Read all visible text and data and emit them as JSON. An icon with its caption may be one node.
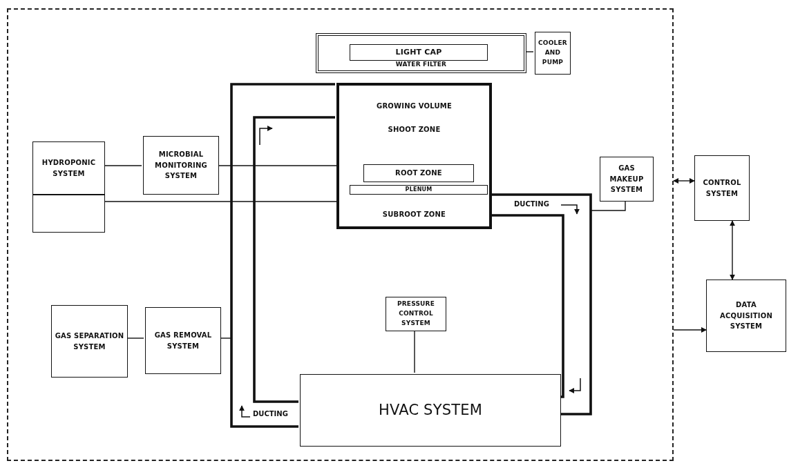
{
  "diagram": {
    "nodes": [
      {
        "text": [],
        "shape": "box"
      },
      {
        "text": [
          "WATER FILTER"
        ],
        "in": 0
      },
      {
        "text": [
          "LIGHT CAP"
        ],
        "in": 1
      },
      {
        "text": [
          "COOLER AND PUMP"
        ],
        "in": 0
      },
      {
        "text": [
          "GROWING VOLUME",
          "SHOOT ZONE",
          "SUBROOT ZONE"
        ],
        "in": 0
      },
      {
        "text": [
          "ROOT ZONE"
        ],
        "in": 4
      },
      {
        "text": [
          "PLENUM"
        ],
        "in": 4
      },
      {
        "text": [
          "HYDROPONIC SYSTEM"
        ],
        "in": 0
      },
      {
        "text": [],
        "shape": "box",
        "in": 0
      },
      {
        "text": [
          "MICROBIAL MONITORING SYSTEM"
        ],
        "in": 0
      },
      {
        "text": [
          "GAS MAKEUP SYSTEM"
        ],
        "in": 0
      },
      {
        "text": [
          "GAS SEPARATION SYSTEM"
        ],
        "in": 0
      },
      {
        "text": [
          "GAS REMOVAL SYSTEM"
        ],
        "in": 0
      },
      {
        "text": [
          "PRESSURE CONTROL SYSTEM"
        ],
        "in": 0
      },
      {
        "text": [
          "HVAC SYSTEM"
        ],
        "in": 0
      },
      {
        "text": [
          "CONTROL SYSTEM"
        ]
      },
      {
        "text": [
          "DATA ACQUISITION SYSTEM"
        ]
      }
    ],
    "edges": [
      {
        "from": 3,
        "to": 1,
        "arrow": "none"
      },
      {
        "from": 7,
        "to": 9,
        "arrow": "none"
      },
      {
        "from": 9,
        "to": 5,
        "arrow": "none"
      },
      {
        "from": 8,
        "to": 6,
        "arrow": "none"
      },
      {
        "from": 11,
        "to": 12,
        "arrow": "none"
      },
      {
        "from": 12,
        "to": null,
        "arrow": "none"
      },
      {
        "from": 10,
        "to": null,
        "arrow": "none"
      },
      {
        "from": 13,
        "to": 14,
        "arrow": "none"
      },
      {
        "from": 0,
        "to": 15,
        "arrow": "both"
      },
      {
        "from": 15,
        "to": 16,
        "arrow": "both"
      },
      {
        "from": 0,
        "to": 16,
        "arrow": "to"
      },
      {
        "from": 14,
        "to": 4,
        "arrow": "none",
        "style": "thick"
      },
      {
        "from": 4,
        "to": 14,
        "arrow": "none",
        "style": "thick"
      }
    ],
    "labels": [
      "DUCTING",
      "DUCTING"
    ]
  }
}
